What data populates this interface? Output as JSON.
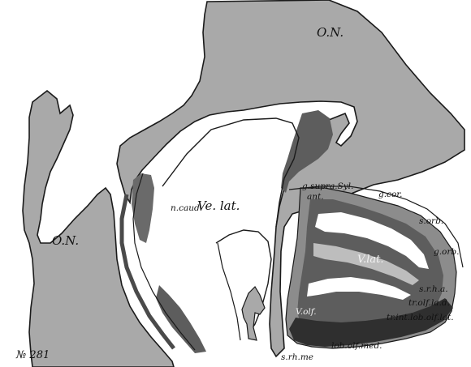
{
  "figure": {
    "number": "№ 281",
    "colors": {
      "paper": "#ffffff",
      "grey_light": "#a9a9a9",
      "grey_mid": "#8c8c8c",
      "grey_dark": "#5d5d5d",
      "grey_darkest": "#3a3a3a",
      "outline": "#1a1a1a"
    },
    "labels": {
      "on_top": "O.N.",
      "on_left": "O.N.",
      "ve_lat": "Ve. lat.",
      "n_caud": "n.caud.",
      "g_supra_syl": "g.supra.Syl.",
      "ant": "ant.",
      "g_cor": "g.cor.",
      "s_orb": "s.orb.",
      "g_orb": "g.orb.",
      "v_lat": "V.lat.",
      "v_olf": "V.olf.",
      "s_rh_a": "s.r.h.a.",
      "tr_olf_la_d": "tr.olf.la.d.",
      "tr_int_lob_olf_lat": "tr.int.lob.olf.lat.",
      "lob_olf_med": "lob.olf.med.",
      "s_rh_me": "s.rh.me"
    }
  }
}
